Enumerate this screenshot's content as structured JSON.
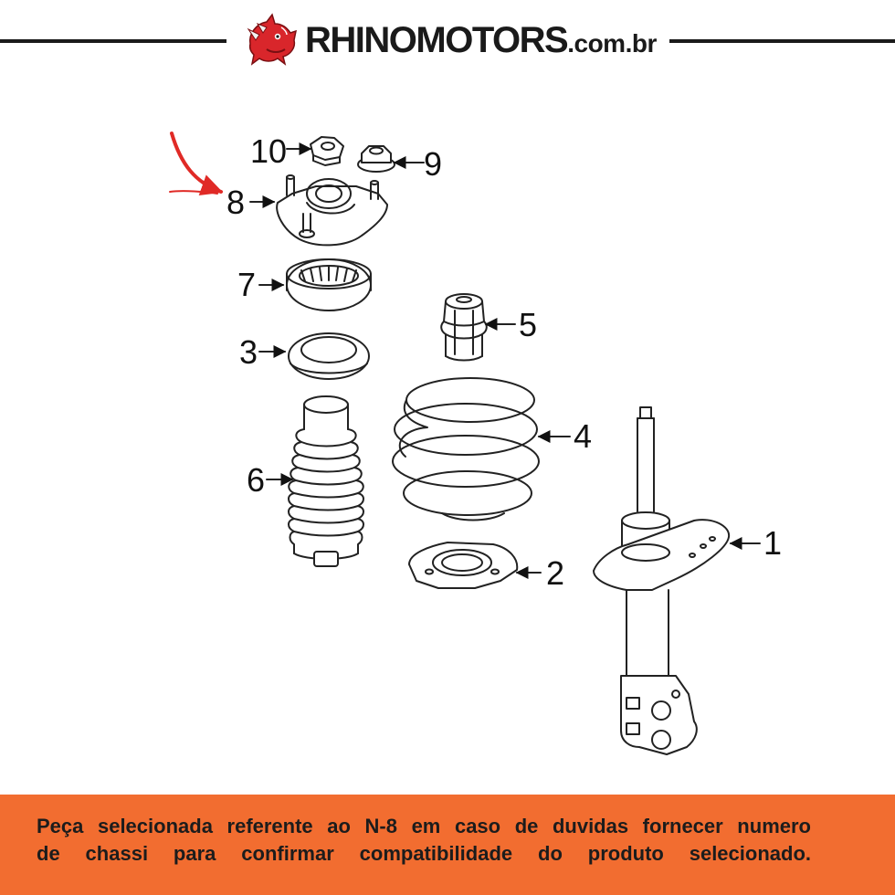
{
  "header": {
    "brand": "RHINOMOTORS",
    "domain": ".com.br",
    "logo_icon": "rhino-head-icon",
    "logo_color": "#d9262b"
  },
  "diagram": {
    "callouts": [
      "1",
      "2",
      "3",
      "4",
      "5",
      "6",
      "7",
      "8",
      "9",
      "10"
    ],
    "highlighted_callout": "8",
    "highlight_color": "#e02a26"
  },
  "footer": {
    "line1": "Peça selecionada referente ao N-8 em caso de duvidas fornecer numero",
    "line2": "de chassi para confirmar compatibilidade do produto selecionado.",
    "background": "#f26d30"
  }
}
